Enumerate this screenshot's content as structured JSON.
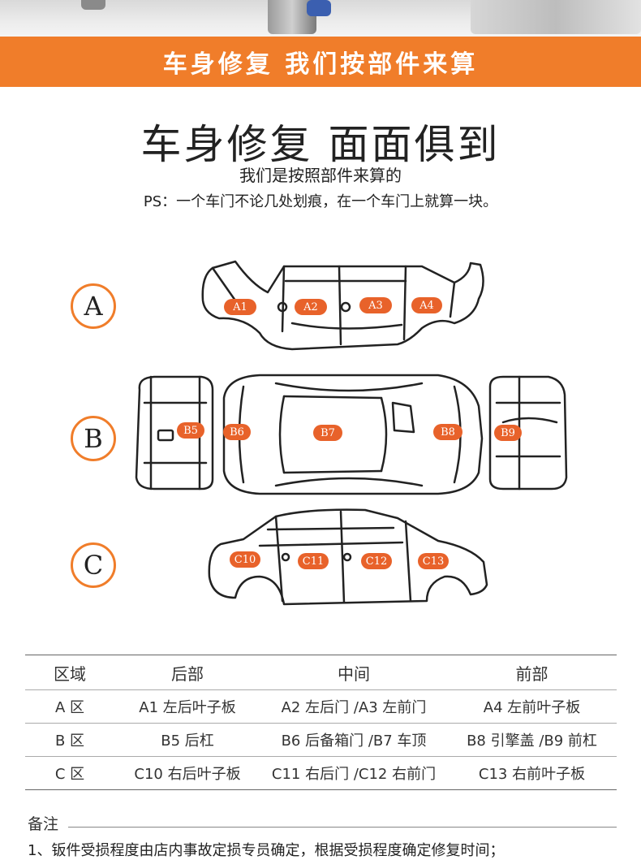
{
  "banner": {
    "text": "车身修复 我们按部件来算"
  },
  "header": {
    "headline": "车身修复 面面俱到",
    "subtitle": "我们是按照部件来算的",
    "note": "PS：一个车门不论几处划痕，在一个车门上就算一块。"
  },
  "diagram": {
    "zones": [
      "A",
      "B",
      "C"
    ],
    "tags": [
      "A1",
      "A2",
      "A3",
      "A4",
      "B5",
      "B6",
      "B7",
      "B8",
      "B9",
      "C10",
      "C11",
      "C12",
      "C13"
    ]
  },
  "table": {
    "headers": [
      "区域",
      "后部",
      "中间",
      "前部"
    ],
    "rows": [
      [
        "A 区",
        "A1 左后叶子板",
        "A2 左后门 /A3 左前门",
        "A4 左前叶子板"
      ],
      [
        "B 区",
        "B5 后杠",
        "B6 后备箱门 /B7 车顶",
        "B8 引擎盖 /B9 前杠"
      ],
      [
        "C 区",
        "C10 右后叶子板",
        "C11 右后门 /C12 右前门",
        "C13 右前叶子板"
      ]
    ]
  },
  "remarks": {
    "label": "备注",
    "line1": "1、钣件受损程度由店内事故定损专员确定，根据受损程度确定修复时间；"
  },
  "colors": {
    "accent": "#f07d2a",
    "tag": "#e8622a"
  }
}
